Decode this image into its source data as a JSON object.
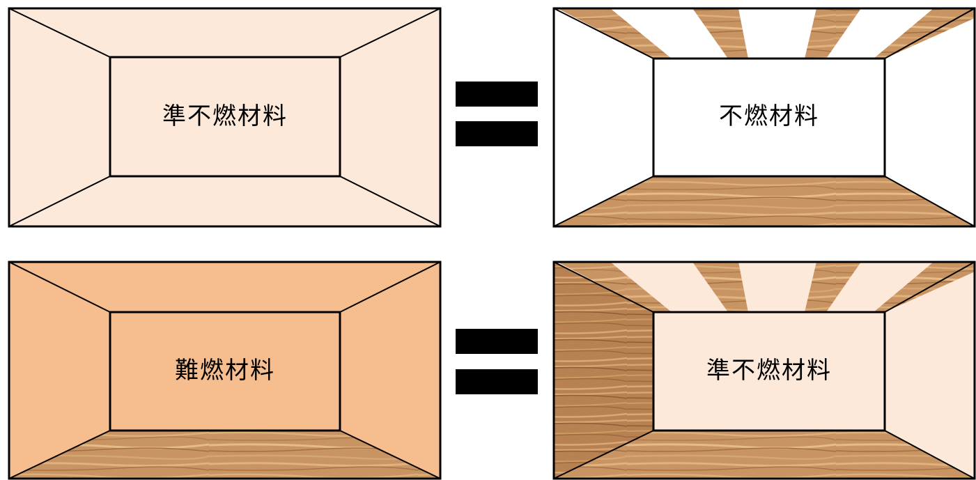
{
  "colors": {
    "light_peach": "#fde9da",
    "dark_peach": "#f6bd8f",
    "white": "#ffffff",
    "wood_base": "#c99463",
    "wood_light": "#e0b27c",
    "wood_dark": "#a87445",
    "outline": "#000000"
  },
  "rooms": {
    "top_left": {
      "label": "準不燃材料",
      "interior_color": "light_peach"
    },
    "top_right": {
      "label": "不燃材料",
      "interior_color": "white",
      "wood_ceiling_beams": true,
      "wood_floor": true
    },
    "bottom_left": {
      "label": "難燃材料",
      "interior_color": "dark_peach",
      "wood_floor": true
    },
    "bottom_right": {
      "label": "準不燃材料",
      "interior_color": "light_peach",
      "wood_ceiling_beams": true,
      "wood_floor": true,
      "wood_left_wall": true
    }
  },
  "equals_signs": [
    "top",
    "bottom"
  ]
}
